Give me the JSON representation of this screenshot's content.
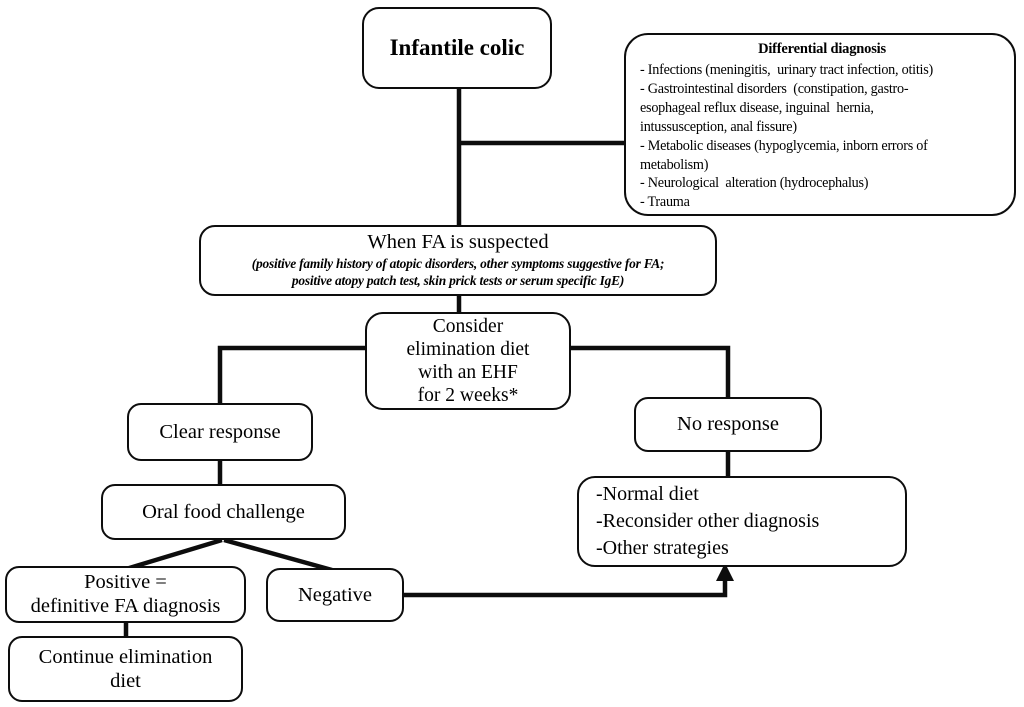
{
  "diagram": {
    "type": "clinical-flowchart",
    "title_node": "Infantile colic",
    "nodes": {
      "infantile_colic": {
        "label": "Infantile colic"
      },
      "differential": {
        "title": "Differential diagnosis",
        "items": [
          "- Infections (meningitis,  urinary tract infection, otitis)",
          "- Gastrointestinal disorders  (constipation, gastro-\nesophageal reflux disease, inguinal  hernia,\nintussusception, anal fissure)",
          "- Metabolic diseases (hypoglycemia, inborn errors of\nmetabolism)",
          "- Neurological  alteration (hydrocephalus)",
          "- Trauma"
        ]
      },
      "fa_suspected": {
        "title": "When FA is suspected",
        "subtitle_line1": "(positive family history of atopic disorders,  other symptoms suggestive for FA;",
        "subtitle_line2": "positive atopy patch test, skin prick tests or serum specific IgE)"
      },
      "consider_elimination": {
        "line1": "Consider",
        "line2": "elimination diet",
        "line3": "with an EHF",
        "line4": "for 2 weeks*"
      },
      "clear_response": {
        "label": "Clear response"
      },
      "no_response": {
        "label": "No response"
      },
      "oral_food_challenge": {
        "label": "Oral food challenge"
      },
      "normal_diet": {
        "item1": "-Normal diet",
        "item2": "-Reconsider other diagnosis",
        "item3": "-Other strategies"
      },
      "positive": {
        "line1": "Positive =",
        "line2": "definitive FA diagnosis"
      },
      "negative": {
        "label": "Negative"
      },
      "continue_elimination": {
        "line1": "Continue elimination",
        "line2": "diet"
      }
    },
    "colors": {
      "stroke": "#0d0d0d",
      "background": "#ffffff",
      "text": "#000000"
    }
  }
}
